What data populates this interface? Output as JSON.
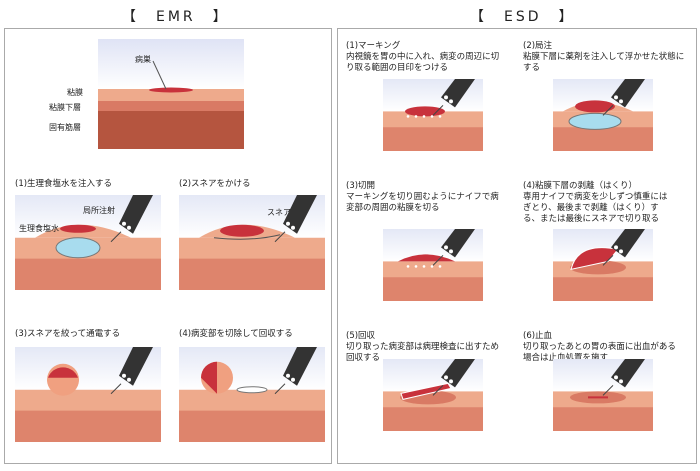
{
  "emr": {
    "title": "【　EMR　】",
    "anatomy": {
      "lesion": "病巣",
      "mucosa": "粘膜",
      "submucosa": "粘膜下層",
      "muscle": "固有筋層"
    },
    "steps": [
      {
        "caption": "(1)生理食塩水を注入する",
        "labels": [
          "局所注射",
          "生理食塩水"
        ]
      },
      {
        "caption": "(2)スネアをかける",
        "labels": [
          "スネア"
        ]
      },
      {
        "caption": "(3)スネアを絞って通電する"
      },
      {
        "caption": "(4)病変部を切除して回収する"
      }
    ]
  },
  "esd": {
    "title": "【　ESD　】",
    "steps": [
      {
        "caption": "(1)マーキング\n内視鏡を胃の中に入れ、病変の周辺に切り取る範囲の目印をつける"
      },
      {
        "caption": "(2)局注\n粘膜下層に薬剤を注入して浮かせた状態にする"
      },
      {
        "caption": "(3)切開\nマーキングを切り囲むようにナイフで病変部の周囲の粘膜を切る"
      },
      {
        "caption": "(4)粘膜下層の剥離（はくり）\n専用ナイフで病変を少しずつ慎重にはぎとり、最後まで剥離（はくり）する、または最後にスネアで切り取る"
      },
      {
        "caption": "(5)回収\n切り取った病変部は病理検査に出すため回収する"
      },
      {
        "caption": "(6)止血\n切り取ったあとの胃の表面に出血がある場合は止血処置を施す"
      }
    ]
  },
  "colors": {
    "sky": "#e4e8f6",
    "mucosa": "#eeaa8c",
    "submucosa": "#d97a64",
    "muscle": "#b5553f",
    "lesion": "#c8323c",
    "fluid": "#a8dcee",
    "scope": "#333333"
  }
}
